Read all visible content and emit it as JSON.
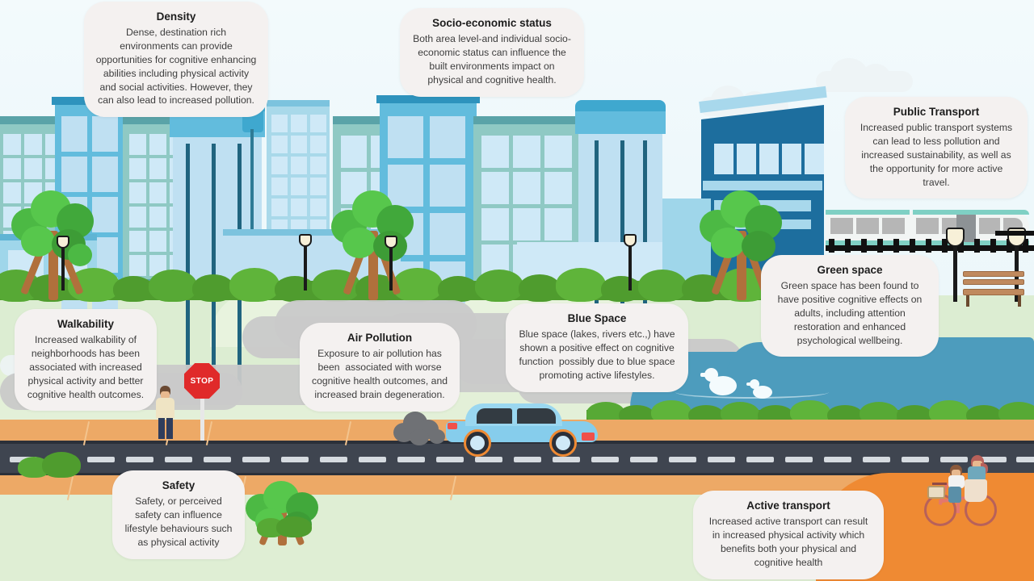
{
  "infographic": {
    "title_alt": "Built environment and cognitive health infographic",
    "colors": {
      "card_bg": "#f4f1f0",
      "sky": "#f1f9fb",
      "grass": "#dfeed4",
      "road": "#3f4550",
      "sidewalk": "#eda966",
      "lake": "#4d9cbd",
      "building_blue": "#62bcdd",
      "building_teal": "#8fc9c4",
      "building_dark": "#1d6e9e",
      "tree_green": "#4cb944",
      "bush_green": "#57a935",
      "stop_red": "#e02a2a",
      "car_blue": "#86cdec",
      "bike_pink": "#e4776b",
      "tram_body": "#f2f5f4",
      "tram_trim": "#7fd0c4"
    }
  },
  "cards": [
    {
      "id": "density",
      "title": "Density",
      "body": "Dense, destination rich environments can provide opportunities for cognitive enhancing abilities including physical activity and social activities. However, they can also lead to increased pollution."
    },
    {
      "id": "socio-economic-status",
      "title": "Socio-economic status",
      "body": "Both area level-and individual socio-economic status can influence the built environments impact on physical and cognitive health."
    },
    {
      "id": "public-transport",
      "title": "Public Transport",
      "body": "Increased public transport systems can lead to less pollution and increased sustainability, as well as the opportunity for more active travel."
    },
    {
      "id": "green-space",
      "title": "Green space",
      "body": "Green space has been found to have positive cognitive effects on adults, including attention restoration and enhanced psychological wellbeing."
    },
    {
      "id": "blue-space",
      "title": "Blue Space",
      "body": "Blue space (lakes, rivers etc.,) have shown a positive effect on cognitive function  possibly due to blue space promoting active lifestyles."
    },
    {
      "id": "air-pollution",
      "title": "Air Pollution",
      "body": "Exposure to air pollution has been  associated with worse cognitive health outcomes, and increased brain degeneration."
    },
    {
      "id": "walkability",
      "title": "Walkability",
      "body": "Increased walkability of neighborhoods has been associated with increased physical activity and better cognitive health outcomes."
    },
    {
      "id": "safety",
      "title": "Safety",
      "body": "Safety, or perceived safety can influence lifestyle behaviours such as physical activity"
    },
    {
      "id": "active-transport",
      "title": "Active transport",
      "body": "Increased active transport can result in increased physical activity which benefits both your physical and cognitive health"
    }
  ],
  "scene": {
    "stop_sign_label": "STOP",
    "elements": [
      "city-skyline",
      "office-building",
      "street-trees",
      "hedge-row",
      "tram-train",
      "railway-track",
      "street-lamp",
      "park-bench",
      "lake",
      "ducks",
      "road",
      "car",
      "exhaust-smoke",
      "smog-cloud",
      "pedestrian",
      "stop-sign",
      "cyclists",
      "bicycle",
      "clouds"
    ]
  }
}
